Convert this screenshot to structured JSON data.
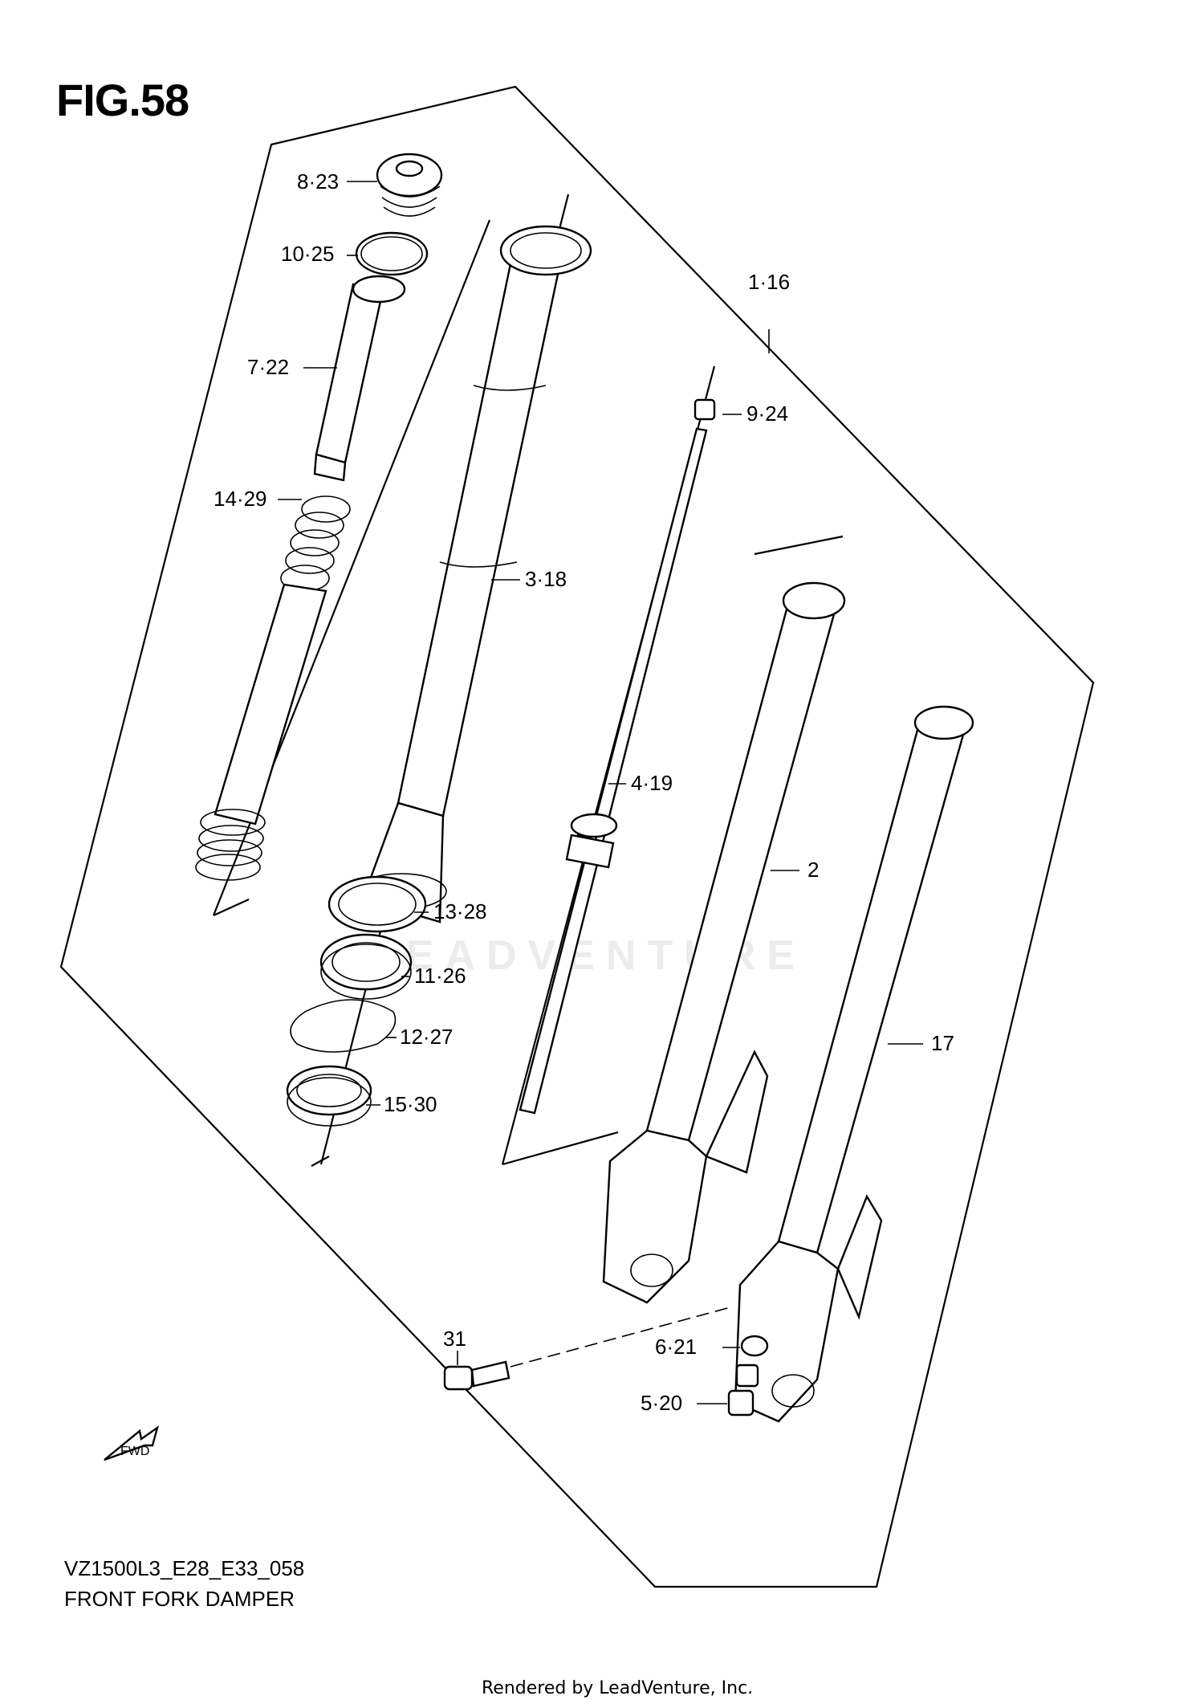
{
  "figure": {
    "title": "FIG.58"
  },
  "watermark": "LEADVENTURE",
  "parts": [
    {
      "id": "cap",
      "label": "8·23"
    },
    {
      "id": "o-ring",
      "label": "10·25"
    },
    {
      "id": "spacer",
      "label": "7·22"
    },
    {
      "id": "spring",
      "label": "14·29"
    },
    {
      "id": "inner-tube",
      "label": "3·18"
    },
    {
      "id": "assembly",
      "label": "1·16"
    },
    {
      "id": "nut",
      "label": "9·24"
    },
    {
      "id": "damper-rod",
      "label": "4·19"
    },
    {
      "id": "left-outer-tube",
      "label": "2"
    },
    {
      "id": "right-outer-tube",
      "label": "17"
    },
    {
      "id": "washer",
      "label": "13·28"
    },
    {
      "id": "oil-seal",
      "label": "11·26"
    },
    {
      "id": "clip",
      "label": "12·27"
    },
    {
      "id": "dust-seal",
      "label": "15·30"
    },
    {
      "id": "bolt",
      "label": "31"
    },
    {
      "id": "gasket",
      "label": "6·21"
    },
    {
      "id": "drain-screw",
      "label": "5·20"
    }
  ],
  "fwd_arrow": {
    "label": "FWD"
  },
  "footer": {
    "model": "VZ1500L3_E28_E33_058",
    "caption": "FRONT FORK DAMPER",
    "credit": "Rendered by LeadVenture, Inc."
  }
}
